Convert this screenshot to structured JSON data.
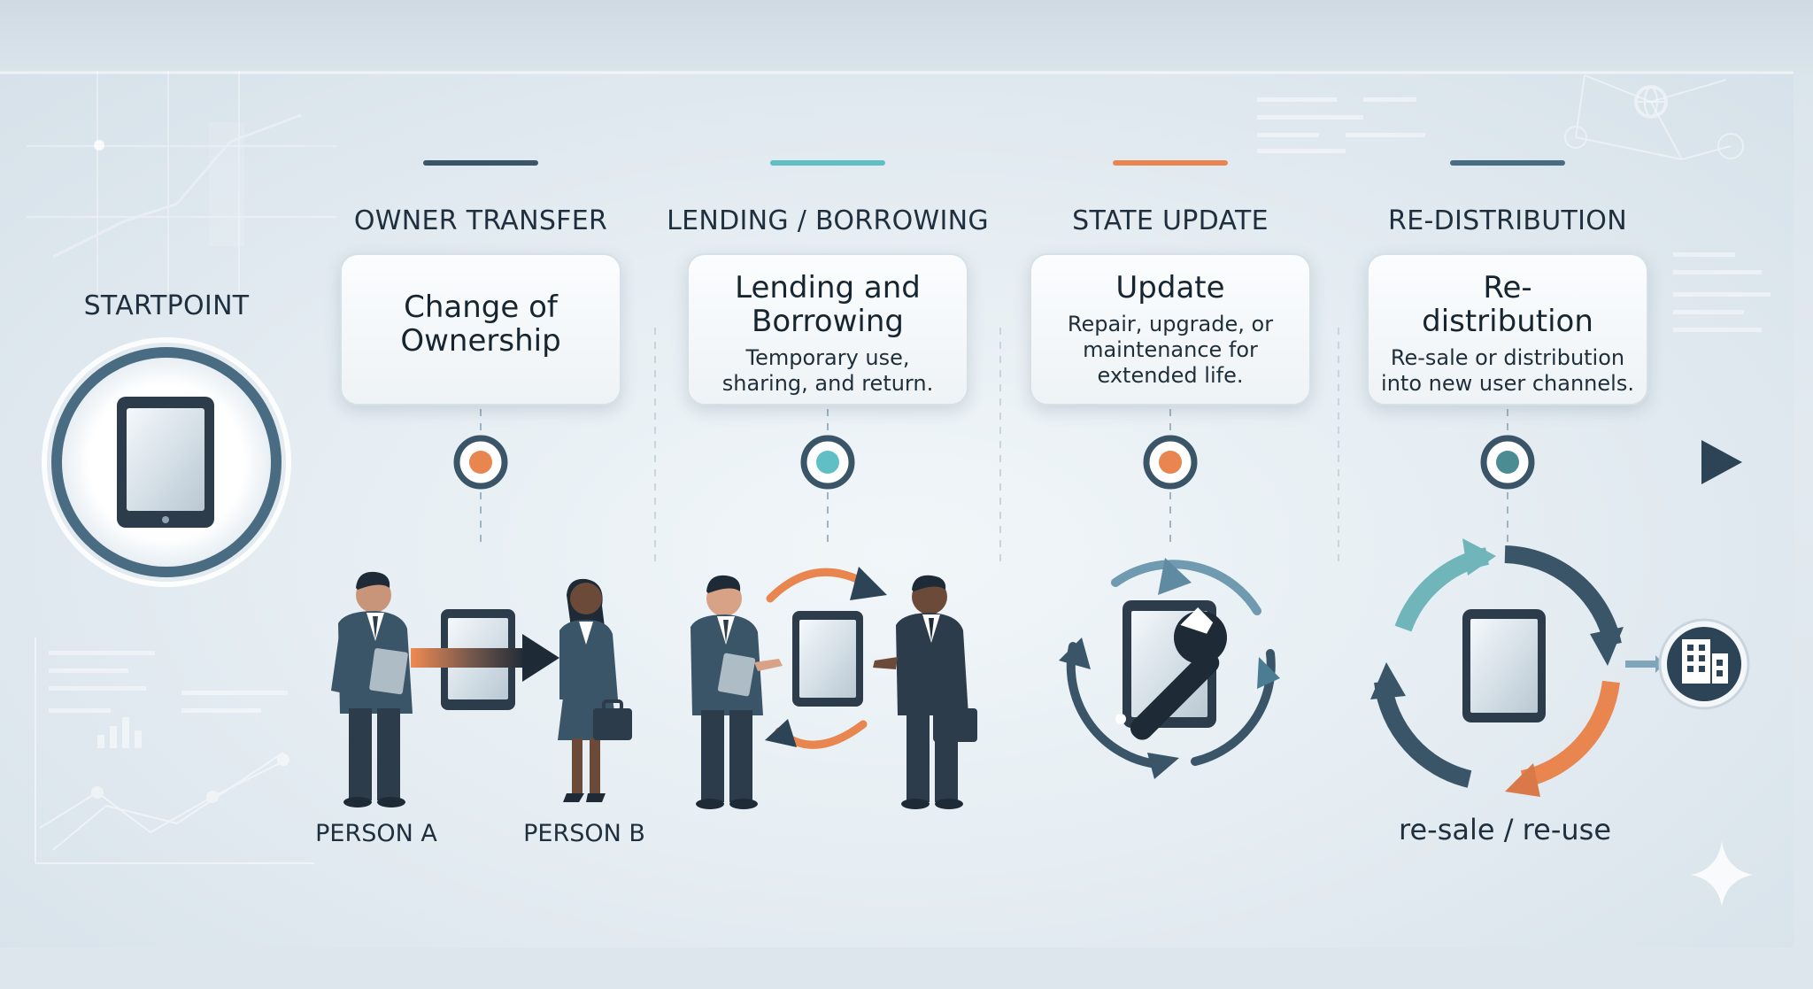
{
  "colors": {
    "navy": "#2c4456",
    "slate": "#4a6c82",
    "teal": "#5fbfc4",
    "orange": "#e9854e",
    "dark_accent": "#3b5568"
  },
  "startpoint": {
    "label": "STARTPOINT",
    "icon": "tablet-icon"
  },
  "stages": [
    {
      "label": "OWNER TRANSFER",
      "title": "Change of Ownership",
      "desc": "",
      "accent": "#3b5568",
      "dot": "#e9854e"
    },
    {
      "label": "LENDING / BORROWING",
      "title": "Lending and Borrowing",
      "desc": "Temporary use, sharing, and return.",
      "accent": "#5fbfc4",
      "dot": "#5fbfc4"
    },
    {
      "label": "STATE UPDATE",
      "title": "Update",
      "desc": "Repair, upgrade, or maintenance for extended life.",
      "accent": "#e9854e",
      "dot": "#e9854e"
    },
    {
      "label": "RE-DISTRIBUTION",
      "title": "Re-distribution",
      "desc": "Re-sale or distribution into new user channels.",
      "accent": "#4a6c82",
      "dot": "#4a8c92"
    }
  ],
  "people": {
    "a": "PERSON A",
    "b": "PERSON B"
  },
  "resale_label": "re-sale / re-use",
  "icons": [
    "tablet-icon",
    "wrench-icon",
    "building-icon",
    "cycle-arrows-icon",
    "handshake-icon",
    "sparkle-icon",
    "globe-icon"
  ]
}
